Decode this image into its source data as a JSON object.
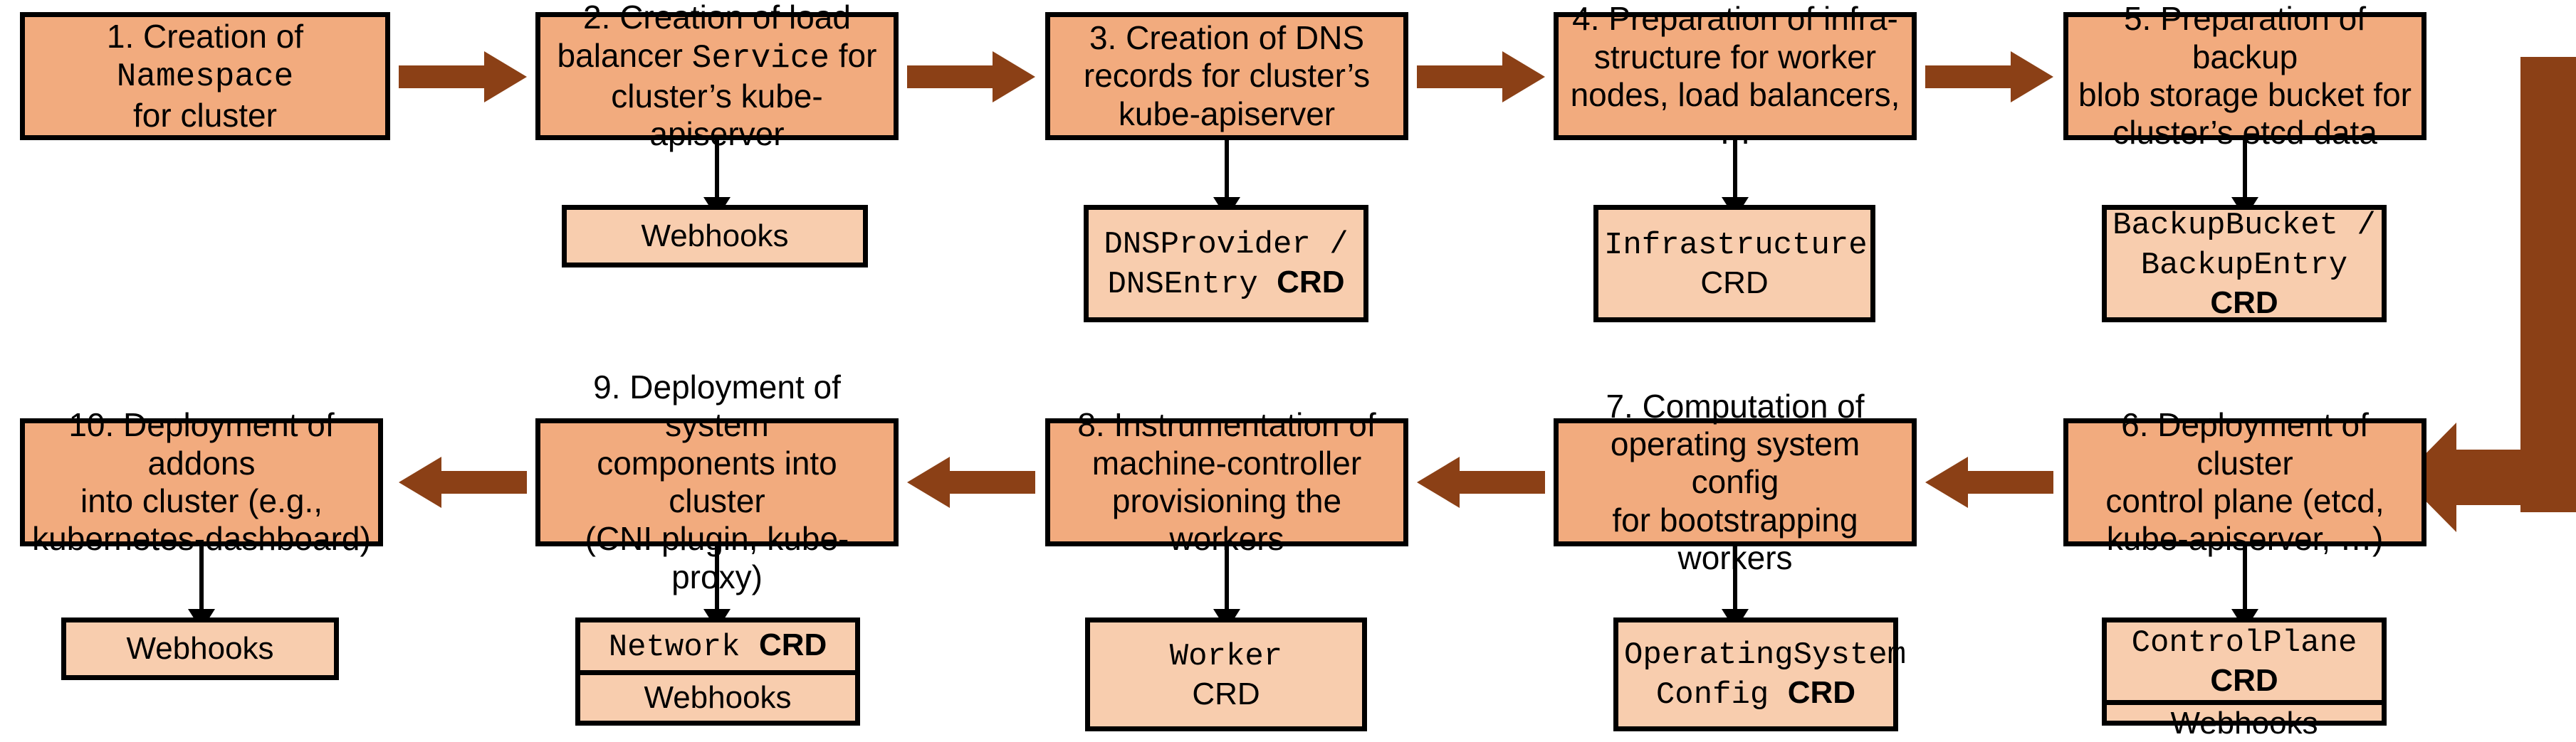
{
  "diagram": {
    "title": "Gardener shoot cluster reconciliation flow",
    "colors": {
      "step_fill": "#f2ab7e",
      "sub_fill": "#f8cdae",
      "arrow": "#8b4016",
      "outline": "#000000"
    },
    "steps": [
      {
        "id": "step-1",
        "number": "1.",
        "lines": [
          {
            "parts": [
              {
                "t": "1. Creation of",
                "style": "sans"
              }
            ]
          },
          {
            "parts": [
              {
                "t": "Namespace",
                "style": "mono"
              }
            ]
          },
          {
            "parts": [
              {
                "t": "for cluster",
                "style": "sans"
              }
            ]
          }
        ],
        "children": []
      },
      {
        "id": "step-2",
        "number": "2.",
        "lines": [
          {
            "parts": [
              {
                "t": "2. Creation of load",
                "style": "sans"
              }
            ]
          },
          {
            "parts": [
              {
                "t": "balancer ",
                "style": "sans"
              },
              {
                "t": "Service",
                "style": "mono"
              },
              {
                "t": " for",
                "style": "sans"
              }
            ]
          },
          {
            "parts": [
              {
                "t": "cluster’s kube-apiserver",
                "style": "sans"
              }
            ]
          }
        ],
        "children": [
          {
            "cells": [
              [
                {
                  "t": "Webhooks",
                  "style": "sans"
                }
              ]
            ]
          }
        ]
      },
      {
        "id": "step-3",
        "number": "3.",
        "lines": [
          {
            "parts": [
              {
                "t": "3. Creation of DNS",
                "style": "sans"
              }
            ]
          },
          {
            "parts": [
              {
                "t": "records for cluster’s",
                "style": "sans"
              }
            ]
          },
          {
            "parts": [
              {
                "t": "kube-apiserver",
                "style": "sans"
              }
            ]
          }
        ],
        "children": [
          {
            "cells": [
              [
                {
                  "t": "DNSProvider /",
                  "style": "mono"
                }
              ],
              [
                {
                  "t": "DNSEntry ",
                  "style": "mono"
                },
                {
                  "t": "CRD",
                  "style": "bold"
                }
              ]
            ]
          }
        ]
      },
      {
        "id": "step-4",
        "number": "4.",
        "lines": [
          {
            "parts": [
              {
                "t": "4. Preparation of infra-",
                "style": "sans"
              }
            ]
          },
          {
            "parts": [
              {
                "t": "structure for worker",
                "style": "sans"
              }
            ]
          },
          {
            "parts": [
              {
                "t": "nodes, load balancers, …",
                "style": "sans"
              }
            ]
          }
        ],
        "children": [
          {
            "cells": [
              [
                {
                  "t": "Infrastructure",
                  "style": "mono"
                }
              ],
              [
                {
                  "t": "CRD",
                  "style": "bold"
                }
              ]
            ]
          }
        ]
      },
      {
        "id": "step-5",
        "number": "5.",
        "lines": [
          {
            "parts": [
              {
                "t": "5. Preparation of backup",
                "style": "sans"
              }
            ]
          },
          {
            "parts": [
              {
                "t": "blob storage bucket for",
                "style": "sans"
              }
            ]
          },
          {
            "parts": [
              {
                "t": "cluster’s etcd data",
                "style": "sans"
              }
            ]
          }
        ],
        "children": [
          {
            "cells": [
              [
                {
                  "t": "BackupBucket /",
                  "style": "mono"
                }
              ],
              [
                {
                  "t": "BackupEntry ",
                  "style": "mono"
                },
                {
                  "t": "CRD",
                  "style": "bold"
                }
              ]
            ]
          }
        ]
      },
      {
        "id": "step-6",
        "number": "6.",
        "lines": [
          {
            "parts": [
              {
                "t": "6. Deployment of cluster",
                "style": "sans"
              }
            ]
          },
          {
            "parts": [
              {
                "t": "control plane (etcd,",
                "style": "sans"
              }
            ]
          },
          {
            "parts": [
              {
                "t": "kube-apiserver, …)",
                "style": "sans"
              }
            ]
          }
        ],
        "children": []
      },
      {
        "id": "step-7",
        "number": "7.",
        "lines": [
          {
            "parts": [
              {
                "t": "7. Computation of",
                "style": "sans"
              }
            ]
          },
          {
            "parts": [
              {
                "t": "operating system config",
                "style": "sans"
              }
            ]
          },
          {
            "parts": [
              {
                "t": "for bootstrapping workers",
                "style": "sans"
              }
            ]
          }
        ],
        "children": [
          {
            "cells": [
              [
                {
                  "t": "OperatingSystem",
                  "style": "mono"
                }
              ],
              [
                {
                  "t": "Config ",
                  "style": "mono"
                },
                {
                  "t": "CRD",
                  "style": "bold"
                }
              ]
            ]
          }
        ]
      },
      {
        "id": "step-8",
        "number": "8.",
        "lines": [
          {
            "parts": [
              {
                "t": "8. Instrumentation of",
                "style": "sans"
              }
            ]
          },
          {
            "parts": [
              {
                "t": "machine-controller",
                "style": "sans"
              }
            ]
          },
          {
            "parts": [
              {
                "t": "provisioning the workers",
                "style": "sans"
              }
            ]
          }
        ],
        "children": [
          {
            "cells": [
              [
                {
                  "t": "Worker",
                  "style": "mono"
                }
              ],
              [
                {
                  "t": "CRD",
                  "style": "bold"
                }
              ]
            ]
          }
        ]
      },
      {
        "id": "step-9",
        "number": "9.",
        "lines": [
          {
            "parts": [
              {
                "t": "9. Deployment of system",
                "style": "sans"
              }
            ]
          },
          {
            "parts": [
              {
                "t": "components into cluster",
                "style": "sans"
              }
            ]
          },
          {
            "parts": [
              {
                "t": "(CNI plugin, kube-proxy)",
                "style": "sans"
              }
            ]
          }
        ],
        "children": []
      },
      {
        "id": "step-10",
        "number": "10.",
        "lines": [
          {
            "parts": [
              {
                "t": "10. Deployment of addons",
                "style": "sans"
              }
            ]
          },
          {
            "parts": [
              {
                "t": "into cluster (e.g.,",
                "style": "sans"
              }
            ]
          },
          {
            "parts": [
              {
                "t": "kubernetes-dashboard)",
                "style": "sans"
              }
            ]
          }
        ],
        "children": [
          {
            "cells": [
              [
                {
                  "t": "Webhooks",
                  "style": "sans"
                }
              ]
            ]
          }
        ]
      }
    ],
    "artifacts": {
      "step1": [],
      "step2_webhooks": "Webhooks",
      "step3_crd_line1": "DNSProvider /",
      "step3_crd_line2_mono": "DNSEntry ",
      "step3_crd_line2_bold": "CRD",
      "step4_crd_line1": "Infrastructure",
      "step4_crd_line2": "CRD",
      "step5_crd_line1": "BackupBucket /",
      "step5_crd_line2_mono": "BackupEntry ",
      "step5_crd_line2_bold": "CRD",
      "step6_crd_mono": "ControlPlane ",
      "step6_crd_bold": "CRD",
      "step6_webhooks": "Webhooks",
      "step7_crd_line1": "OperatingSystem",
      "step7_crd_line2_mono": "Config ",
      "step7_crd_line2_bold": "CRD",
      "step8_crd_line1": "Worker",
      "step8_crd_line2": "CRD",
      "step9_crd_mono": "Network ",
      "step9_crd_bold": "CRD",
      "step9_webhooks": "Webhooks",
      "step10_webhooks": "Webhooks"
    },
    "flow_arrows": [
      {
        "name": "arrow-step1-to-step2",
        "direction": "right"
      },
      {
        "name": "arrow-step2-to-step3",
        "direction": "right"
      },
      {
        "name": "arrow-step3-to-step4",
        "direction": "right"
      },
      {
        "name": "arrow-step4-to-step5",
        "direction": "right"
      },
      {
        "name": "arrow-step5-to-step6",
        "direction": "elbow-down-left"
      },
      {
        "name": "arrow-step6-to-step7",
        "direction": "left"
      },
      {
        "name": "arrow-step7-to-step8",
        "direction": "left"
      },
      {
        "name": "arrow-step8-to-step9",
        "direction": "left"
      },
      {
        "name": "arrow-step9-to-step10",
        "direction": "left"
      }
    ]
  }
}
